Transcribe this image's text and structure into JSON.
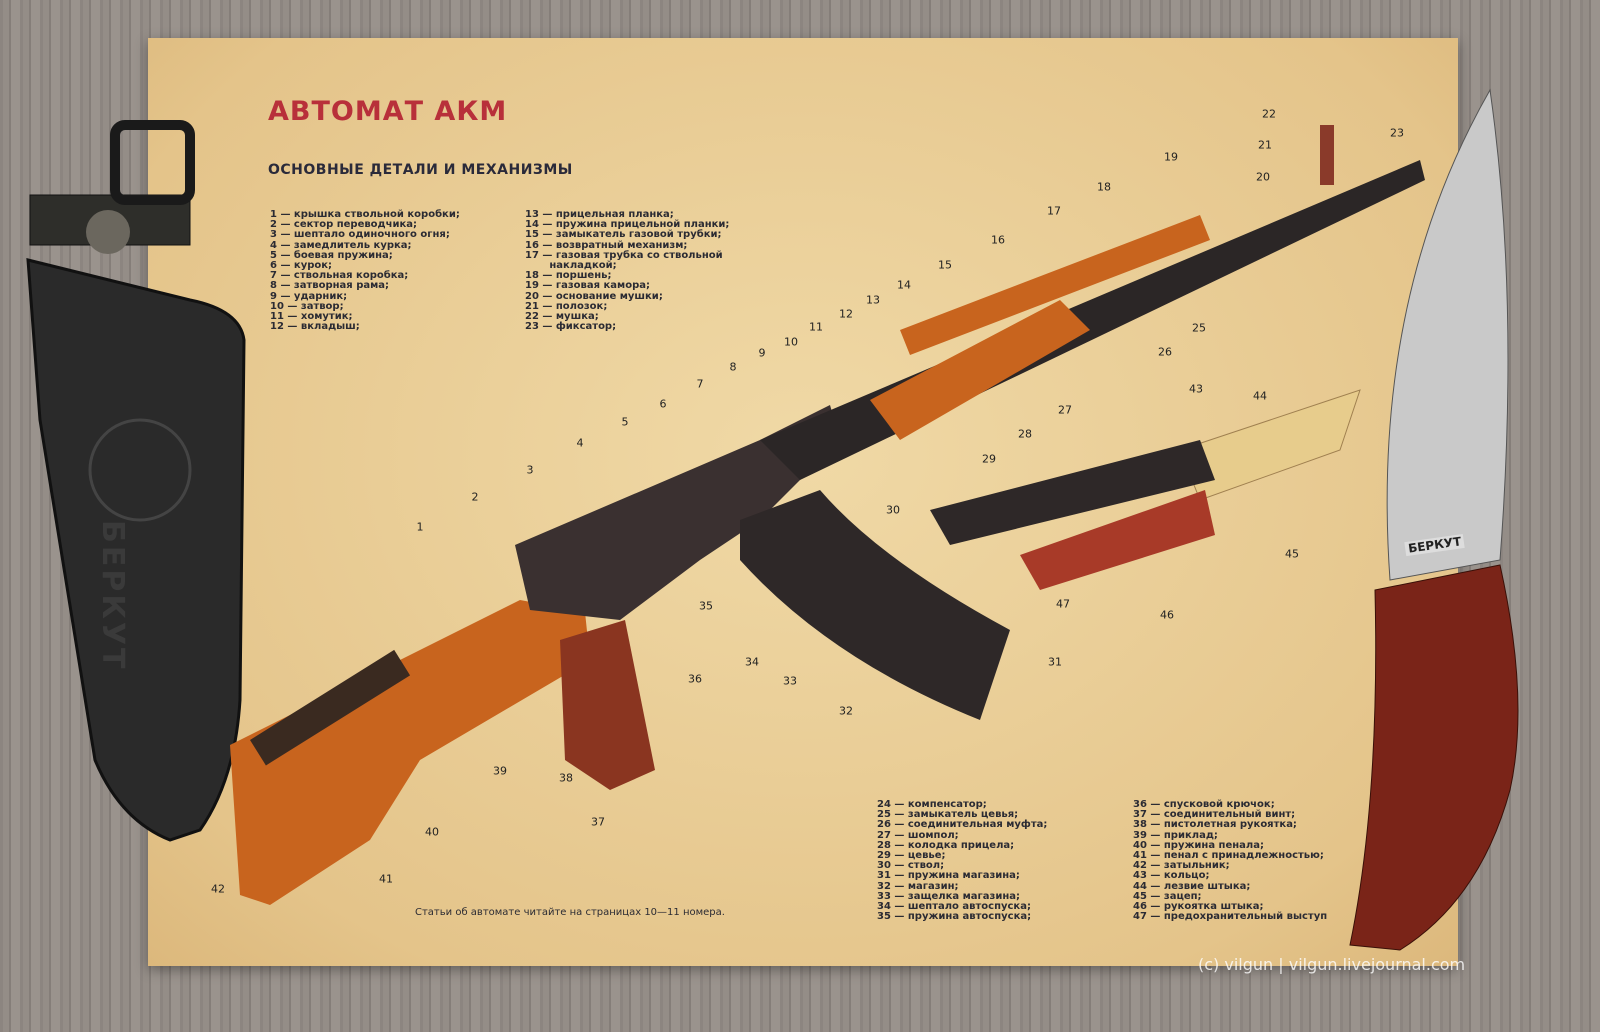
{
  "poster": {
    "title": "АВТОМАТ АКМ",
    "subtitle": "ОСНОВНЫЕ ДЕТАЛИ И МЕХАНИЗМЫ",
    "list_1": [
      "1 — крышка ствольной коробки;",
      "2 — сектор переводчика;",
      "3 — шептало одиночного огня;",
      "4 — замедлитель курка;",
      "5 — боевая пружина;",
      "6 — курок;",
      "7 — ствольная коробка;",
      "8 — затворная рама;",
      "9 — ударник;",
      "10 — затвор;",
      "11 — хомутик;",
      "12 — вкладыш;"
    ],
    "list_2": [
      "13 — прицельная планка;",
      "14 — пружина прицельной планки;",
      "15 — замыкатель газовой трубки;",
      "16 — возвратный механизм;",
      "17 — газовая трубка со ствольной",
      "       накладкой;",
      "18 — поршень;",
      "19 — газовая камора;",
      "20 — основание мушки;",
      "21 — полозок;",
      "22 — мушка;",
      "23 — фиксатор;"
    ],
    "list_3": [
      "24 — компенсатор;",
      "25 — замыкатель цевья;",
      "26 — соединительная муфта;",
      "27 — шомпол;",
      "28 — колодка прицела;",
      "29 — цевье;",
      "30 — ствол;",
      "31 — пружина магазина;",
      "32 — магазин;",
      "33 — защелка магазина;",
      "34 — шептало автоспуска;",
      "35 — пружина автоспуска;"
    ],
    "list_4": [
      "36 — спусковой крючок;",
      "37 — соединительный винт;",
      "38 — пистолетная рукоятка;",
      "39 — приклад;",
      "40 — пружина пенала;",
      "41 — пенал с принадлежностью;",
      "42 — затыльник;",
      "43 — кольцо;",
      "44 — лезвие штыка;",
      "45 — зацеп;",
      "46 — рукоятка штыка;",
      "47 — предохранительный выступ"
    ],
    "footer": "Статьи об автомате читайте на страницах 10—11 номера.",
    "callouts": [
      "1",
      "2",
      "3",
      "4",
      "5",
      "6",
      "7",
      "8",
      "9",
      "10",
      "11",
      "12",
      "13",
      "14",
      "15",
      "16",
      "17",
      "18",
      "19",
      "20",
      "21",
      "22",
      "23",
      "25",
      "26",
      "27",
      "28",
      "29",
      "30",
      "31",
      "32",
      "33",
      "34",
      "35",
      "36",
      "37",
      "38",
      "39",
      "40",
      "41",
      "42",
      "43",
      "44",
      "45",
      "46",
      "47"
    ]
  },
  "sheath_label": "БЕРКУТ",
  "knife_label": "БЕРКУТ",
  "watermark": "(c) vilgun  |  vilgun.livejournal.com",
  "colors": {
    "title": "#b8303a",
    "paper": "#ecd29c",
    "wood": "#c8641e"
  }
}
